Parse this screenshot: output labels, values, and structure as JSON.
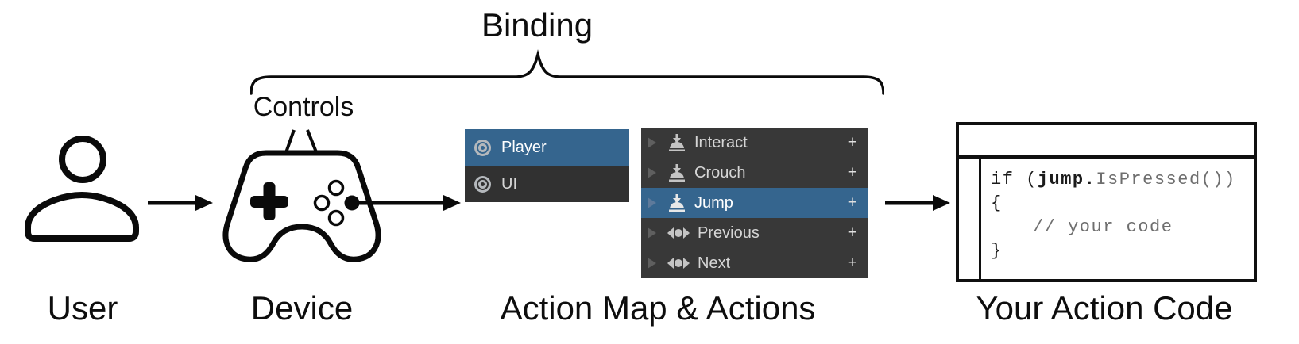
{
  "labels": {
    "binding": "Binding",
    "controls": "Controls",
    "user": "User",
    "device": "Device",
    "action_map": "Action Map & Actions",
    "action_code": "Your Action Code"
  },
  "action_map_panel": {
    "rows": [
      {
        "label": "Player",
        "icon": "action-map-icon",
        "selected": true
      },
      {
        "label": "UI",
        "icon": "action-map-icon",
        "selected": false
      }
    ]
  },
  "actions_panel": {
    "rows": [
      {
        "label": "Interact",
        "icon": "button-press-icon",
        "add": "+",
        "selected": false
      },
      {
        "label": "Crouch",
        "icon": "button-press-icon",
        "add": "+",
        "selected": false
      },
      {
        "label": "Jump",
        "icon": "button-press-icon",
        "add": "+",
        "selected": true
      },
      {
        "label": "Previous",
        "icon": "axis-icon",
        "add": "+",
        "selected": false
      },
      {
        "label": "Next",
        "icon": "axis-icon",
        "add": "+",
        "selected": false
      }
    ]
  },
  "code": {
    "if_part": "if (",
    "jump_part": "jump.",
    "call_part": "IsPressed())",
    "open_brace": "{",
    "comment": "// your code",
    "close_brace": "}"
  },
  "icons": [
    "user-icon",
    "gamepad-icon",
    "arrow-right-icon",
    "binding-brace",
    "foldout-arrow-icon",
    "action-map-icon",
    "button-press-icon",
    "axis-icon"
  ],
  "colors": {
    "selection_blue": "#35658E",
    "panel_dark_map": "#313131",
    "panel_dark_actions": "#383838",
    "panel_text": "#D6D6D6",
    "panel_text_selected": "#FFFFFF",
    "icon_gray": "#C4C4C4",
    "foldout_gray": "#5F5F5F",
    "code_dark": "#1B1B1B",
    "code_gray": "#6E6E6E",
    "stroke_black": "#0A0A0A"
  }
}
